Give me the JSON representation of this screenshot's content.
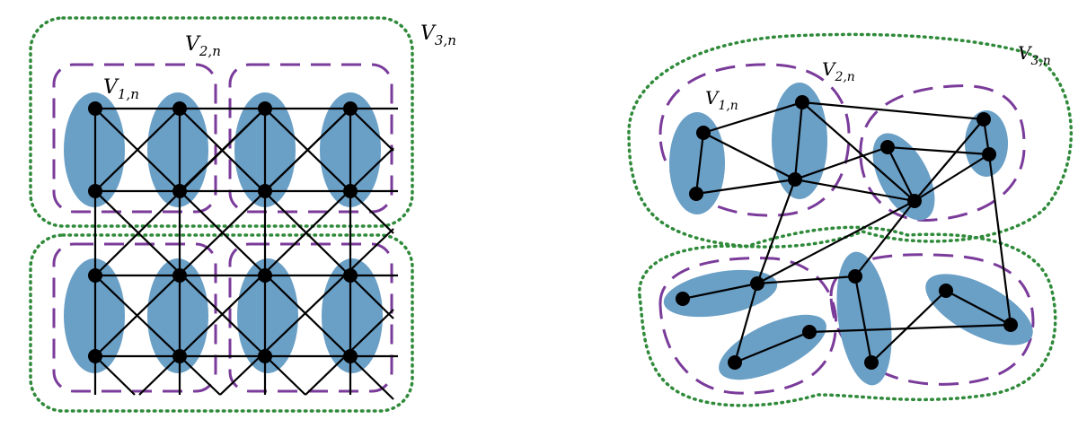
{
  "colors": {
    "cluster_fill": "#6a9fc6",
    "edge": "#000000",
    "node": "#000000",
    "level2_boundary": "#7a3b9a",
    "level3_boundary": "#2f8a3a"
  },
  "panels": [
    {
      "id": "lattice",
      "labels": {
        "level1": {
          "symbol": "V",
          "subscript": "1,n"
        },
        "level2": {
          "symbol": "V",
          "subscript": "2,n"
        },
        "level3": {
          "symbol": "V",
          "subscript": "3,n"
        }
      }
    },
    {
      "id": "random-graph",
      "labels": {
        "level1": {
          "symbol": "V",
          "subscript": "1,n"
        },
        "level2": {
          "symbol": "V",
          "subscript": "2,n"
        },
        "level3": {
          "symbol": "V",
          "subscript": "3,n"
        }
      }
    }
  ]
}
